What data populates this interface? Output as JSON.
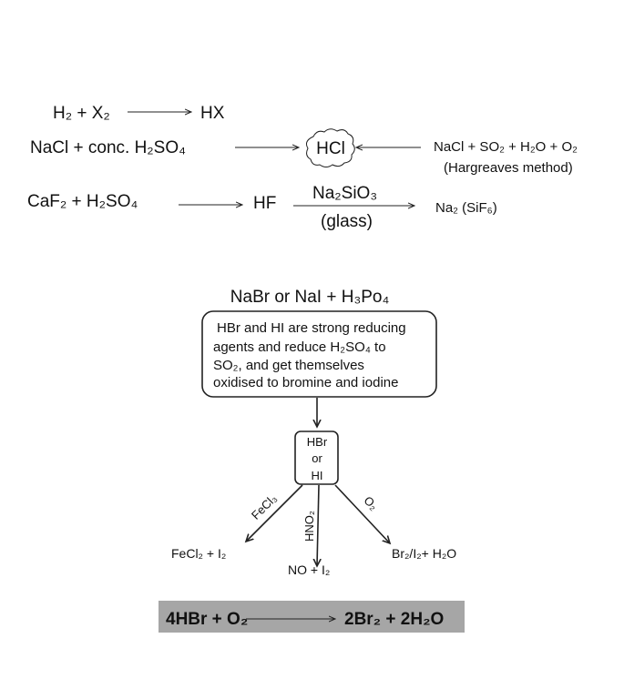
{
  "reactions": {
    "r1_reactants": "H₂ + X₂",
    "r1_product": "HX",
    "r2_reactants": "NaCl + conc. H₂SO₄",
    "r2_product": "HCl",
    "r2_alt_reactants": "NaCl + SO₂ + H₂O + O₂",
    "r2_alt_method": "(Hargreaves method)",
    "r3_reactants": "CaF₂ + H₂SO₄",
    "r3_product": "HF",
    "r3_reagent": "Na₂SiO₃",
    "r3_reagent_note": "(glass)",
    "r3_final": "Na₂ (SiF₆)"
  },
  "hbr_hi": {
    "title": "NaBr or NaI + H₃Po₄",
    "note_lines": [
      "HBr and HI are strong reducing",
      "agents and reduce H₂SO₄ to",
      "SO₂, and get themselves",
      "oxidised to bromine and iodine"
    ],
    "node_lines": [
      "HBr",
      "or",
      "HI"
    ],
    "branches": [
      {
        "reagent": "FeCl₃",
        "product": "FeCl₂ + I₂"
      },
      {
        "reagent": "HNO₂",
        "product": "NO + I₂"
      },
      {
        "reagent": "O₂",
        "product": "Br₂/I₂+ H₂O"
      }
    ]
  },
  "summary": {
    "reactants": "4HBr + O₂",
    "products": "2Br₂ + 2H₂O",
    "background": "#a6a6a6"
  }
}
